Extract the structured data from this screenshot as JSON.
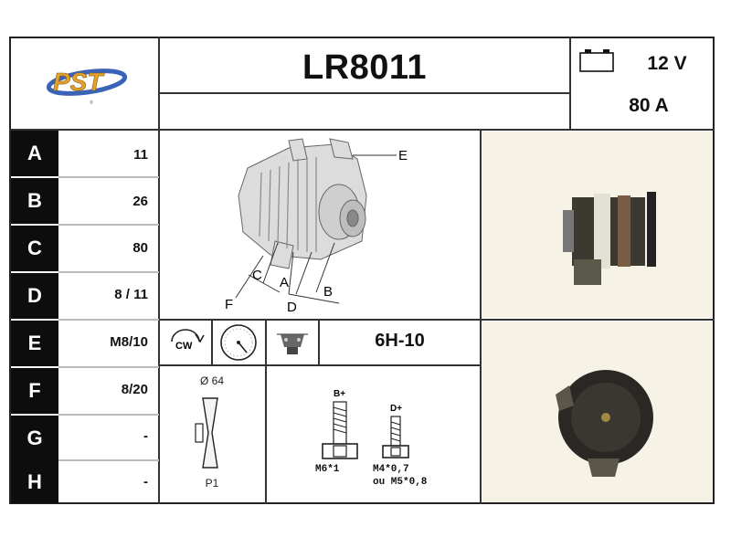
{
  "brand": {
    "logo_text": "PST"
  },
  "header": {
    "part_number": "LR8011",
    "voltage": "12 V",
    "current": "80 A"
  },
  "battery_icon": "battery-icon",
  "specs": [
    {
      "letter": "A",
      "value": "11"
    },
    {
      "letter": "B",
      "value": "26"
    },
    {
      "letter": "C",
      "value": "80"
    },
    {
      "letter": "D",
      "value": "8 / 11"
    },
    {
      "letter": "E",
      "value": "M8/10"
    },
    {
      "letter": "F",
      "value": "8/20"
    },
    {
      "letter": "G",
      "value": "-"
    },
    {
      "letter": "H",
      "value": "-"
    }
  ],
  "diagram": {
    "labels": [
      "E",
      "C",
      "A",
      "B",
      "F",
      "D"
    ]
  },
  "icons": {
    "rotation": {
      "icon": "rotation-cw-icon",
      "label": "CW"
    },
    "gauge": "gauge-icon",
    "regulator": "regulator-icon"
  },
  "regulator_code": "6H-10",
  "pulley": {
    "diameter": "Ø 64",
    "type": "P1"
  },
  "terminals": {
    "b_label": "B+",
    "b_size": "M6*1",
    "d_label": "D+",
    "d_size_1": "M4*0,7",
    "d_size_2": "ou M5*0,8"
  }
}
